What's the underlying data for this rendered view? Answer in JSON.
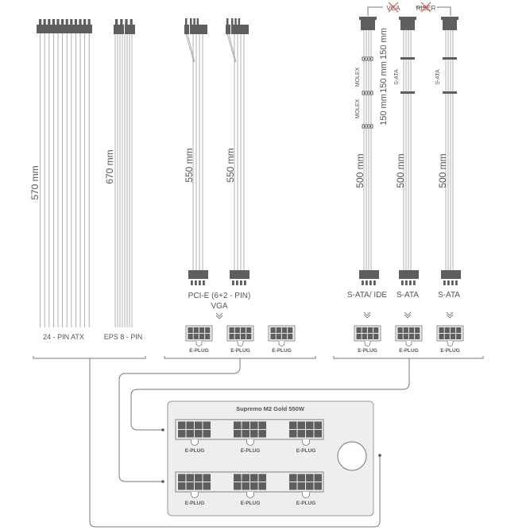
{
  "colors": {
    "connector": "#5e5e5e",
    "wire": "#a8a8a8",
    "line": "#777777",
    "text": "#555555",
    "psu_fill": "#eeeeee",
    "psu_stroke": "#999999",
    "strike": "#d9534f"
  },
  "cables": {
    "atx24": {
      "label": "24 - PIN ATX",
      "length": "570 mm"
    },
    "eps8": {
      "label": "EPS 8 - PIN",
      "length": "670 mm"
    },
    "pcie1": {
      "length": "550 mm"
    },
    "pcie2": {
      "length": "550 mm"
    },
    "pcie_label": "PCI-E (6+2 - PIN)",
    "pcie_sub": "VGA",
    "molex": {
      "length_main": "500 mm",
      "length_seg1": "150 mm",
      "length_seg2": "150 mm",
      "length_seg3": "150 mm",
      "tap1": "MOLEX",
      "tap2": "MOLEX",
      "end_label": "S-ATA/ IDE"
    },
    "sata1": {
      "length": "500 mm",
      "tap": "S-ATA",
      "end_label": "S-ATA"
    },
    "sata2": {
      "length": "500 mm",
      "tap": "S-ATA",
      "end_label": "S-ATA"
    },
    "crossed_labels": {
      "left": "VGA",
      "right": "RISER"
    }
  },
  "eplugs": {
    "pcie_group": [
      "E-PLUG",
      "E-PLUG",
      "E-PLUG"
    ],
    "sata_group": [
      "E-PLUG",
      "E-PLUG",
      "E-PLUG"
    ]
  },
  "psu": {
    "title": "Supremo M2 Gold 550W",
    "top_row": [
      "E-PLUG",
      "E-PLUG",
      "E-PLUG"
    ],
    "bottom_row": [
      "E-PLUG",
      "E-PLUG",
      "E-PLUG"
    ]
  },
  "icons": {
    "chevron": "double-chevron-down-icon",
    "fan": "fan-circle-icon"
  }
}
